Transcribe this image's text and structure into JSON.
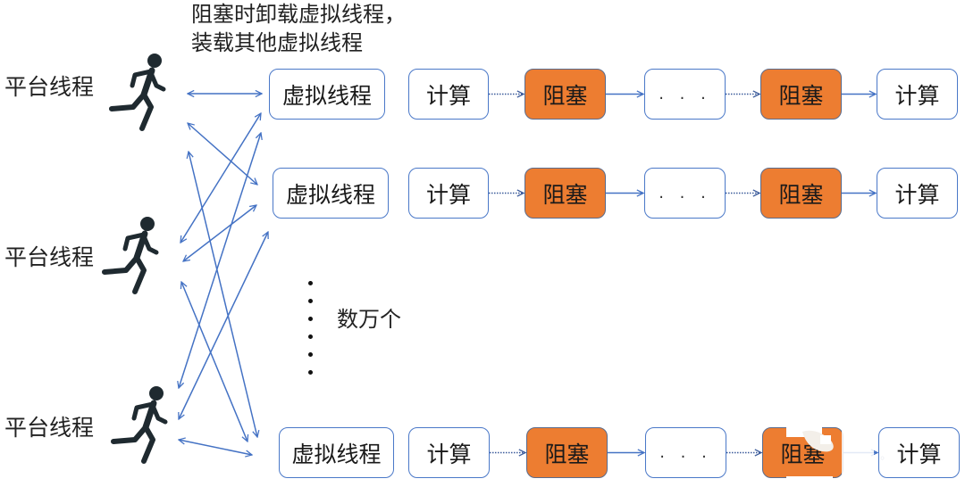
{
  "caption": {
    "line1": "阻塞时卸载虚拟线程，",
    "line2": "装载其他虚拟线程"
  },
  "platform_threads": [
    {
      "label": "平台线程",
      "icon": "running-person-icon"
    },
    {
      "label": "平台线程",
      "icon": "running-person-icon"
    },
    {
      "label": "平台线程",
      "icon": "running-person-icon"
    }
  ],
  "virtual_thread_rows": [
    {
      "steps": [
        {
          "label": "虚拟线程",
          "kind": "virtual"
        },
        {
          "label": "计算",
          "kind": "compute"
        },
        {
          "label": "阻塞",
          "kind": "block"
        },
        {
          "label": "...",
          "kind": "ellipsis"
        },
        {
          "label": "阻塞",
          "kind": "block"
        },
        {
          "label": "计算",
          "kind": "compute"
        }
      ]
    },
    {
      "steps": [
        {
          "label": "虚拟线程",
          "kind": "virtual"
        },
        {
          "label": "计算",
          "kind": "compute"
        },
        {
          "label": "阻塞",
          "kind": "block"
        },
        {
          "label": "...",
          "kind": "ellipsis"
        },
        {
          "label": "阻塞",
          "kind": "block"
        },
        {
          "label": "计算",
          "kind": "compute"
        }
      ]
    },
    {
      "steps": [
        {
          "label": "虚拟线程",
          "kind": "virtual"
        },
        {
          "label": "计算",
          "kind": "compute"
        },
        {
          "label": "阻塞",
          "kind": "block"
        },
        {
          "label": "...",
          "kind": "ellipsis"
        },
        {
          "label": "阻塞",
          "kind": "block"
        },
        {
          "label": "计算",
          "kind": "compute"
        }
      ]
    }
  ],
  "connector_styles": [
    "dotted",
    "solid",
    "dotted",
    "solid"
  ],
  "ellipsis_count_label": "数万个",
  "colors": {
    "block_fill": "#ED7D31",
    "block_border": "#5A6B8C",
    "box_border": "#4A78C8",
    "arrow_solid": "#4472C4",
    "arrow_dotted": "#3A5A9A",
    "figure": "#1F2A30"
  }
}
